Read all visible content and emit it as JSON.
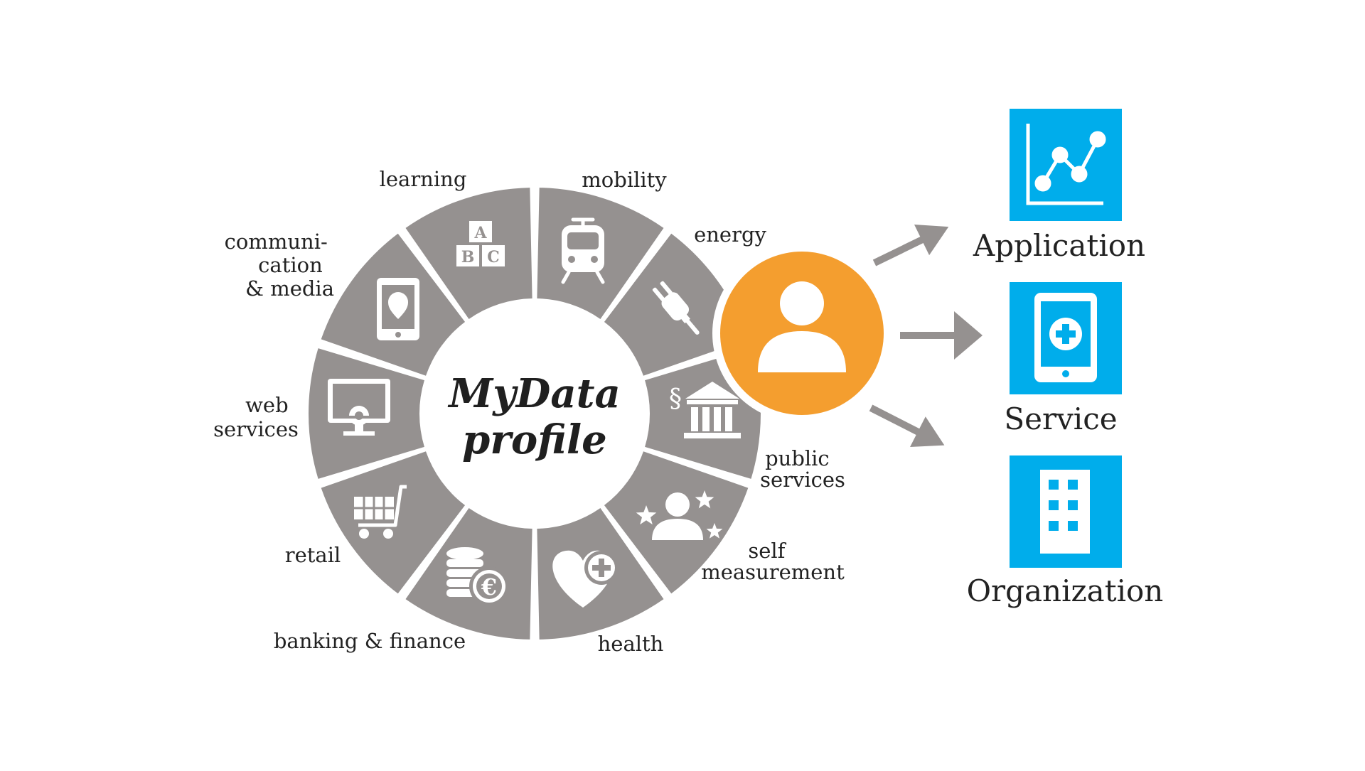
{
  "center": {
    "title_line1": "MyData",
    "title_line2": "profile"
  },
  "segments": [
    {
      "id": "mobility",
      "lines": [
        "mobility"
      ],
      "icon": "tram-icon"
    },
    {
      "id": "energy",
      "lines": [
        "energy"
      ],
      "icon": "plug-icon"
    },
    {
      "id": "public-services",
      "lines": [
        "public",
        "services"
      ],
      "icon": "government-building-icon"
    },
    {
      "id": "self-measurement",
      "lines": [
        "self",
        "measurement"
      ],
      "icon": "person-stars-icon"
    },
    {
      "id": "health",
      "lines": [
        "health"
      ],
      "icon": "heart-plus-icon"
    },
    {
      "id": "banking-finance",
      "lines": [
        "banking & finance"
      ],
      "icon": "euro-coins-icon"
    },
    {
      "id": "retail",
      "lines": [
        "retail"
      ],
      "icon": "shopping-cart-icon"
    },
    {
      "id": "web-services",
      "lines": [
        "web",
        "services"
      ],
      "icon": "monitor-gear-icon"
    },
    {
      "id": "communication-media",
      "lines": [
        "communi-",
        "cation",
        "& media"
      ],
      "icon": "tablet-location-icon"
    },
    {
      "id": "learning",
      "lines": [
        "learning"
      ],
      "icon": "abc-blocks-icon"
    }
  ],
  "abc_letters": [
    "A",
    "B",
    "C"
  ],
  "section_symbol": "§",
  "euro_symbol": "€",
  "person": {
    "icon": "user-avatar-icon"
  },
  "targets": [
    {
      "id": "application",
      "label": "Application",
      "icon": "line-chart-icon"
    },
    {
      "id": "service",
      "label": "Service",
      "icon": "tablet-plus-icon"
    },
    {
      "id": "organization",
      "label": "Organization",
      "icon": "office-building-icon"
    }
  ],
  "colors": {
    "segment": "#959190",
    "person": "#f49e2f",
    "target": "#00adeb",
    "arrow": "#959190",
    "icon": "#ffffff",
    "text": "#222222"
  }
}
